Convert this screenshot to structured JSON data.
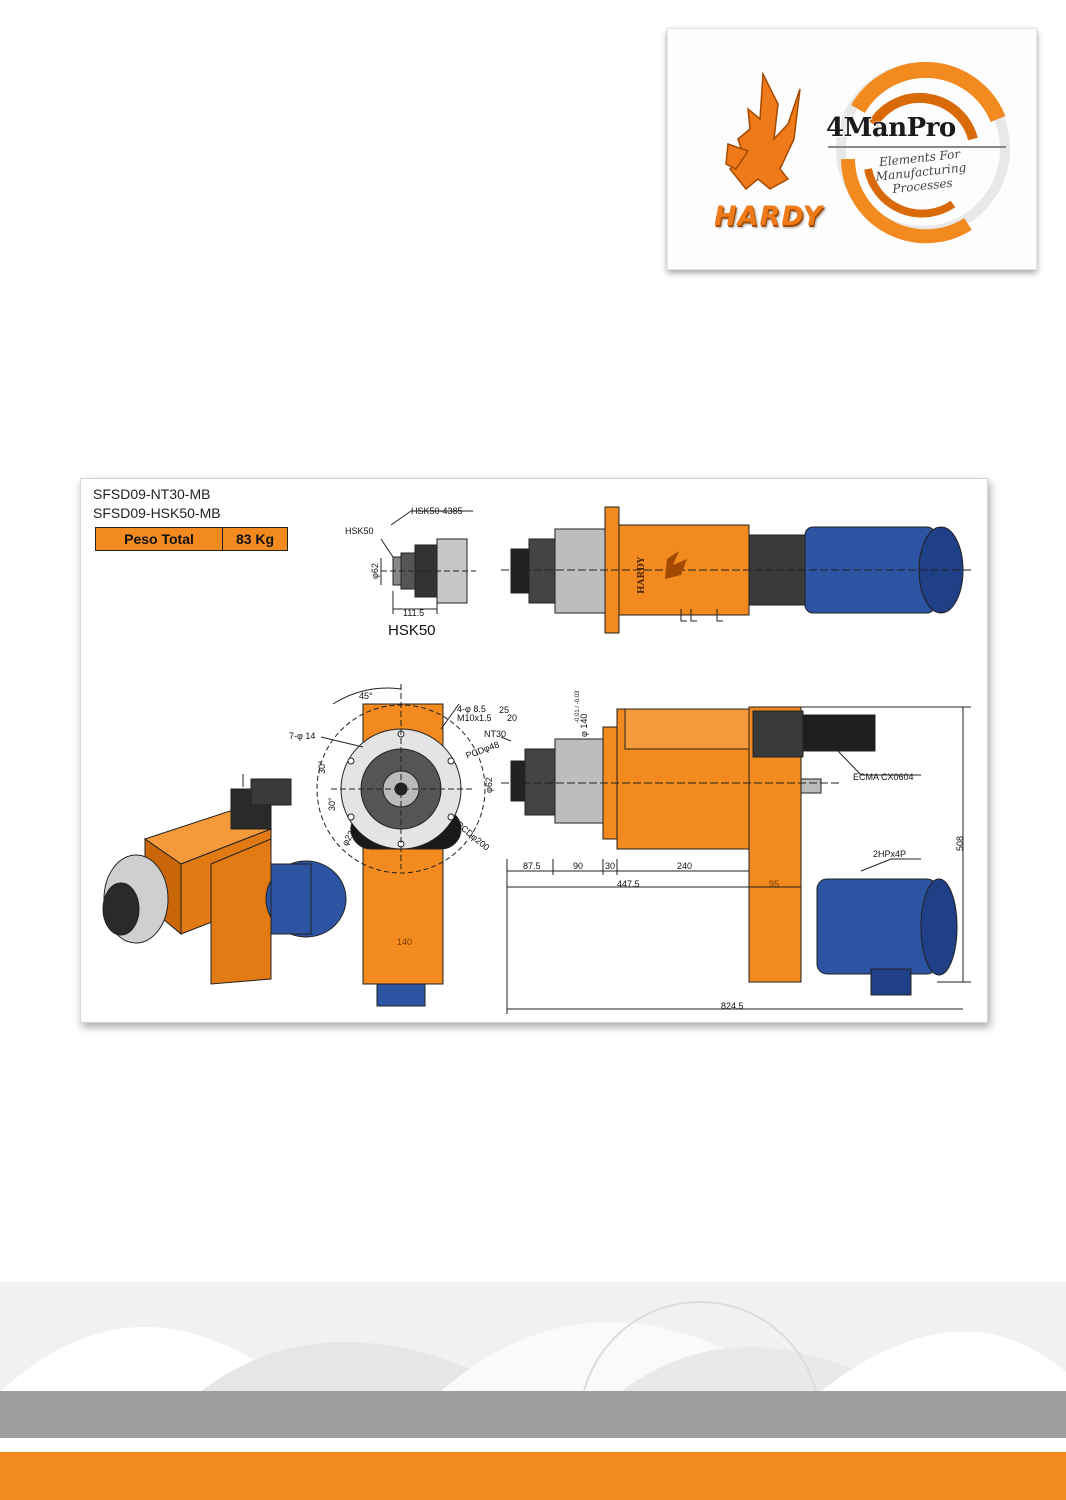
{
  "logo": {
    "hardy_text": "HARDY",
    "manpro_text": "4ManPro",
    "manpro_tagline": "Elements For Manufacturing Processes"
  },
  "sheet": {
    "model_1": "SFSD09-NT30-MB",
    "model_2": "SFSD09-HSK50-MB",
    "weight_label": "Peso Total",
    "weight_value": "83 Kg",
    "labels": {
      "hsk50_4385": "HSK50-4385",
      "hsk50_small": "HSK50",
      "dia62_top": "φ62",
      "len_111_5": "111.5",
      "hsk50_big": "HSK50",
      "hardy_body": "HARDY",
      "angle_45": "45°",
      "holes_4": "4-φ 8.5",
      "thread": "M10x1.5",
      "n25": "25",
      "n20": "20",
      "holes_7": "7-φ 14",
      "pcd48": "PCDφ48",
      "pcd200": "PCDφ200",
      "angle_30a": "30°",
      "angle_30b": "30°",
      "dia230": "φ230",
      "n140": "140",
      "nt30": "NT30",
      "dia62_front": "φ62",
      "dia140": "φ 140",
      "tol": "-0.01 / -0.03",
      "ecma": "ECMA CX0604",
      "hp": "2HPx4P",
      "d87_5": "87.5",
      "d90": "90",
      "d30": "30",
      "d240": "240",
      "d447_5": "447.5",
      "d95": "95",
      "d508": "508",
      "d824_5": "824.5"
    }
  },
  "colors": {
    "accent_orange": "#f28a1f",
    "band_gray": "#9e9e9e",
    "motor_blue": "#2d54a3"
  }
}
